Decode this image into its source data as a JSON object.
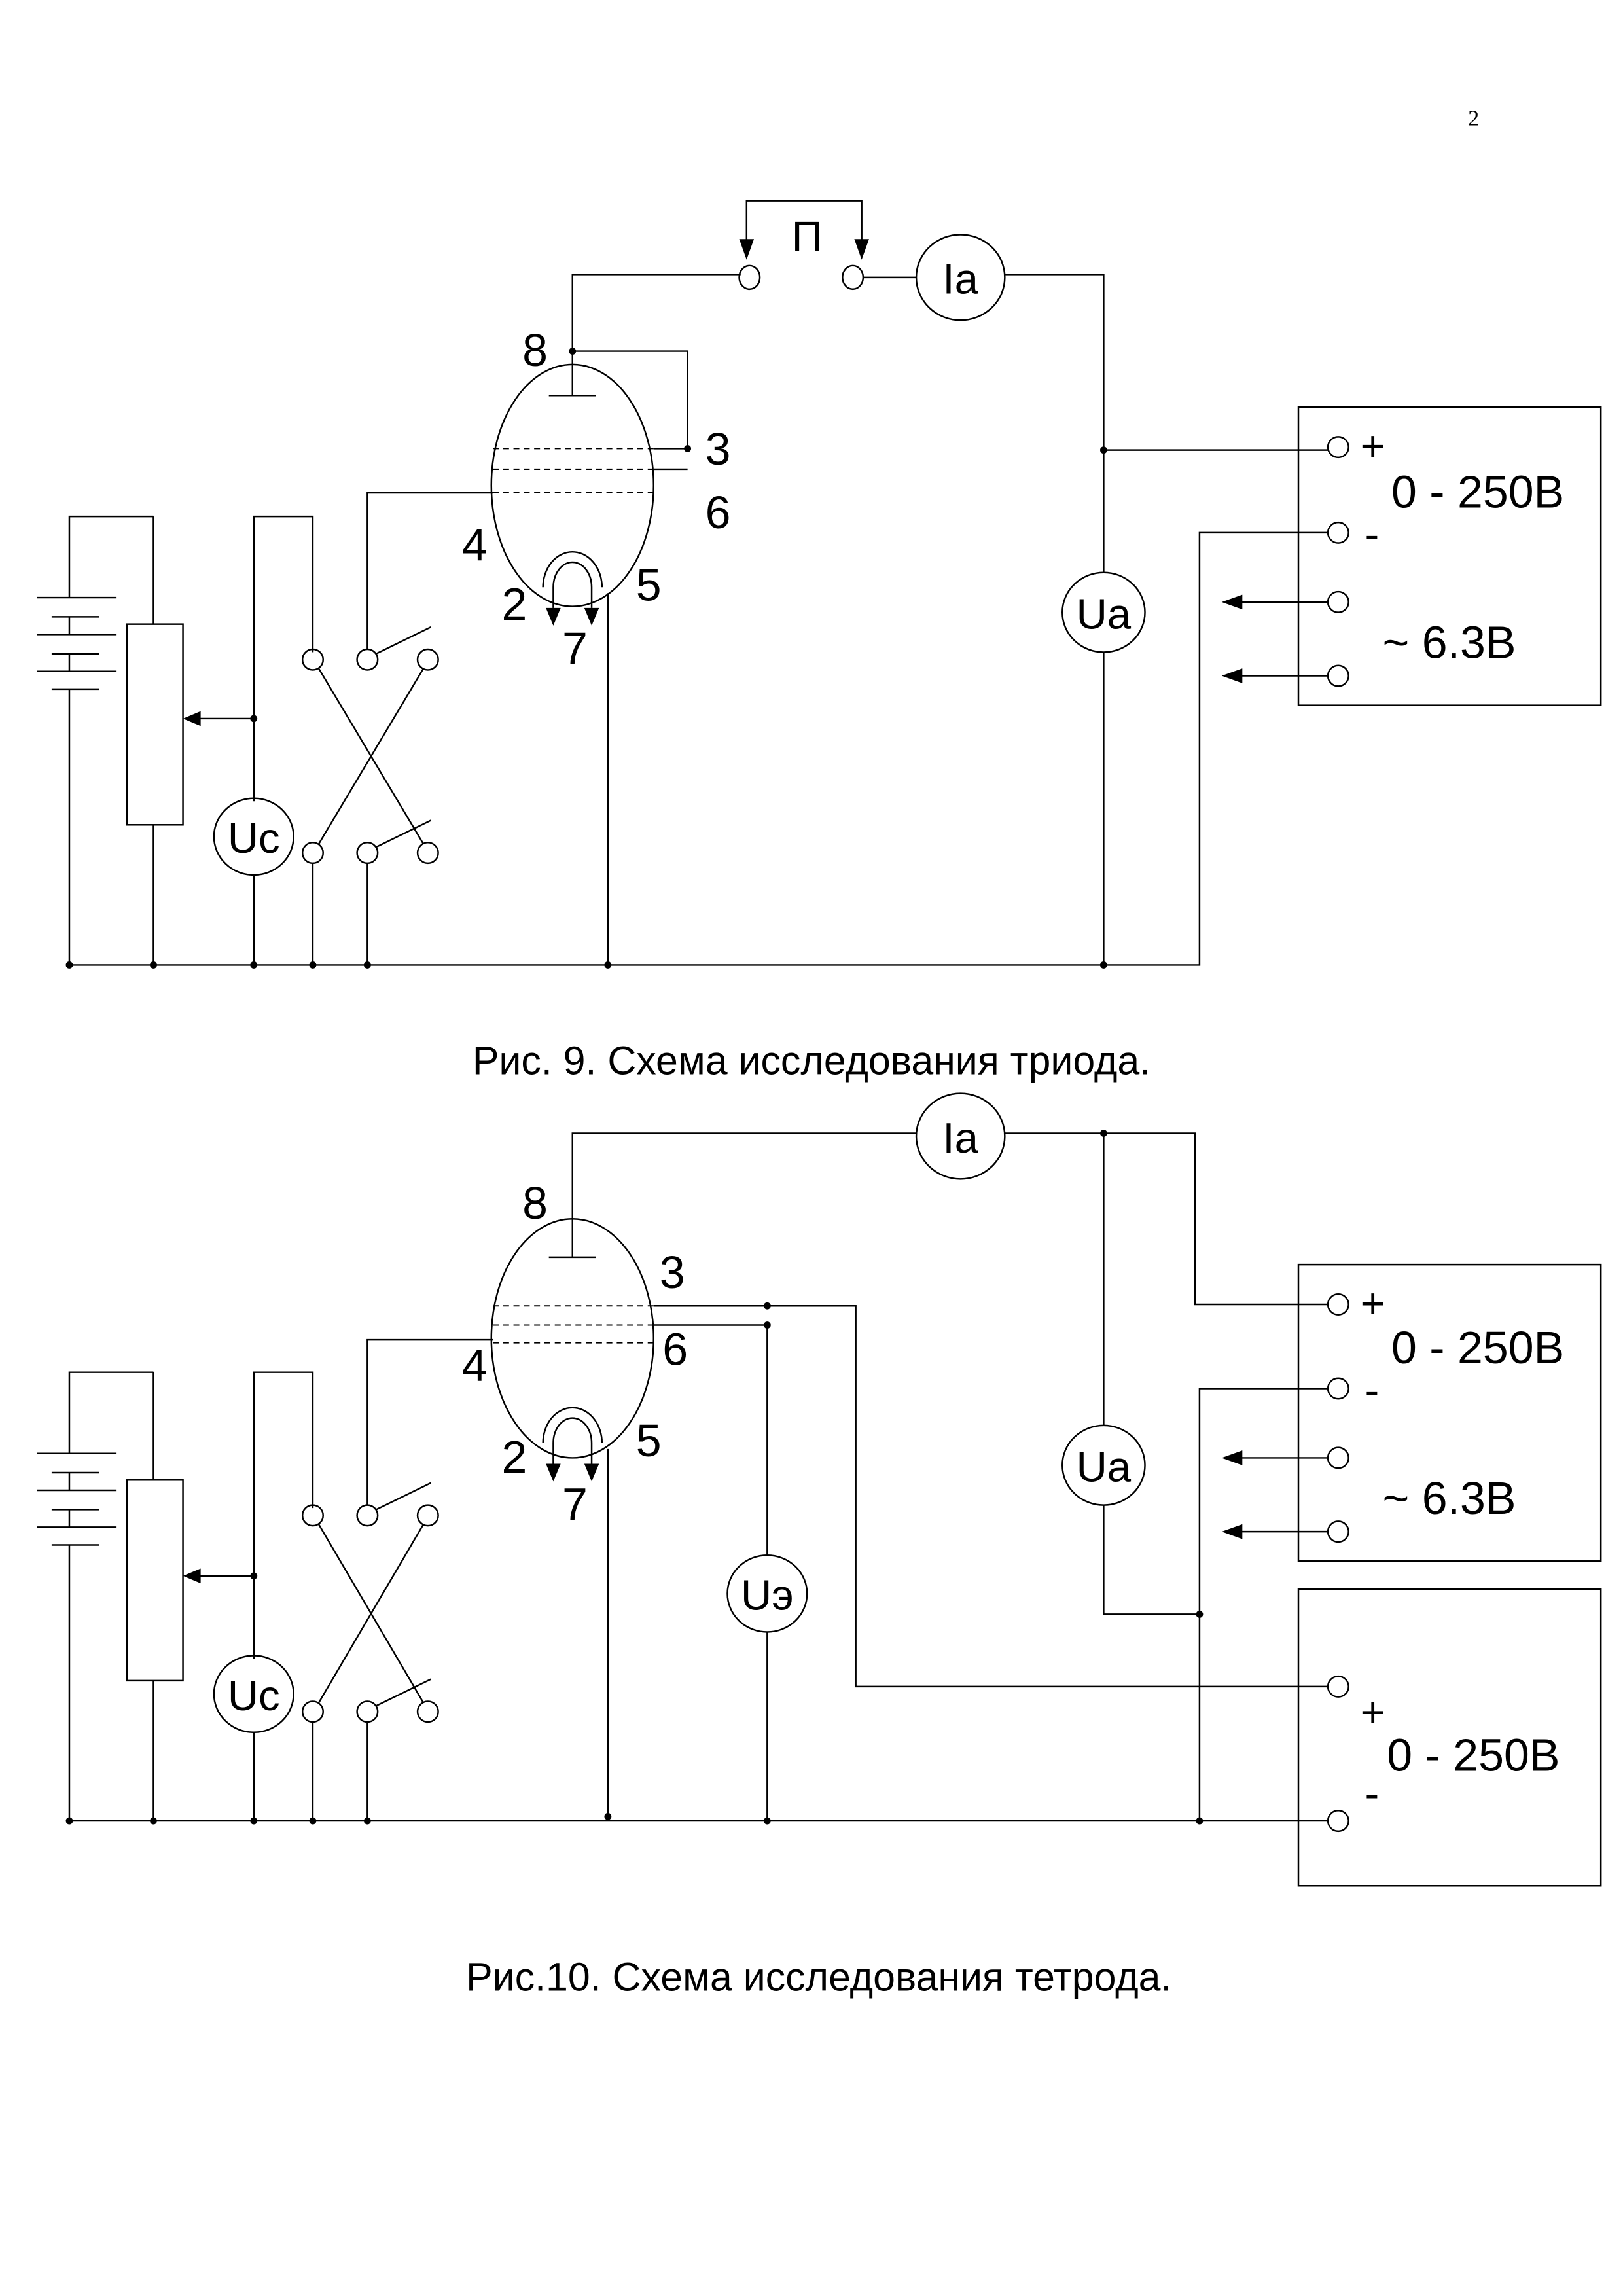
{
  "page_number": "2",
  "figure9": {
    "caption": "Рис. 9. Схема исследования триода.",
    "switch_label": "П",
    "meters": {
      "anode_current": "Ia",
      "anode_voltage": "Ua",
      "grid_voltage": "Uc"
    },
    "pins": {
      "anode": "8",
      "grid1": "3",
      "grid2": "6",
      "cathode": "4",
      "heater_a": "2",
      "heater_b": "7",
      "heater_c": "5"
    },
    "supply": {
      "plus": "+",
      "minus": "-",
      "dc_range": "0 - 250В",
      "ac": "~ 6.3В"
    }
  },
  "figure10": {
    "caption": "Рис.10. Схема исследования тетрода.",
    "meters": {
      "anode_current": "Ia",
      "anode_voltage": "Ua",
      "grid_voltage": "Uc",
      "screen_voltage": "Uэ"
    },
    "pins": {
      "anode": "8",
      "grid1": "3",
      "grid2": "6",
      "cathode": "4",
      "heater_a": "2",
      "heater_b": "7",
      "heater_c": "5"
    },
    "supply1": {
      "plus": "+",
      "minus": "-",
      "dc_range": "0 - 250В",
      "ac": "~ 6.3В"
    },
    "supply2": {
      "plus": "+",
      "minus": "-",
      "dc_range": "0 - 250В"
    }
  }
}
